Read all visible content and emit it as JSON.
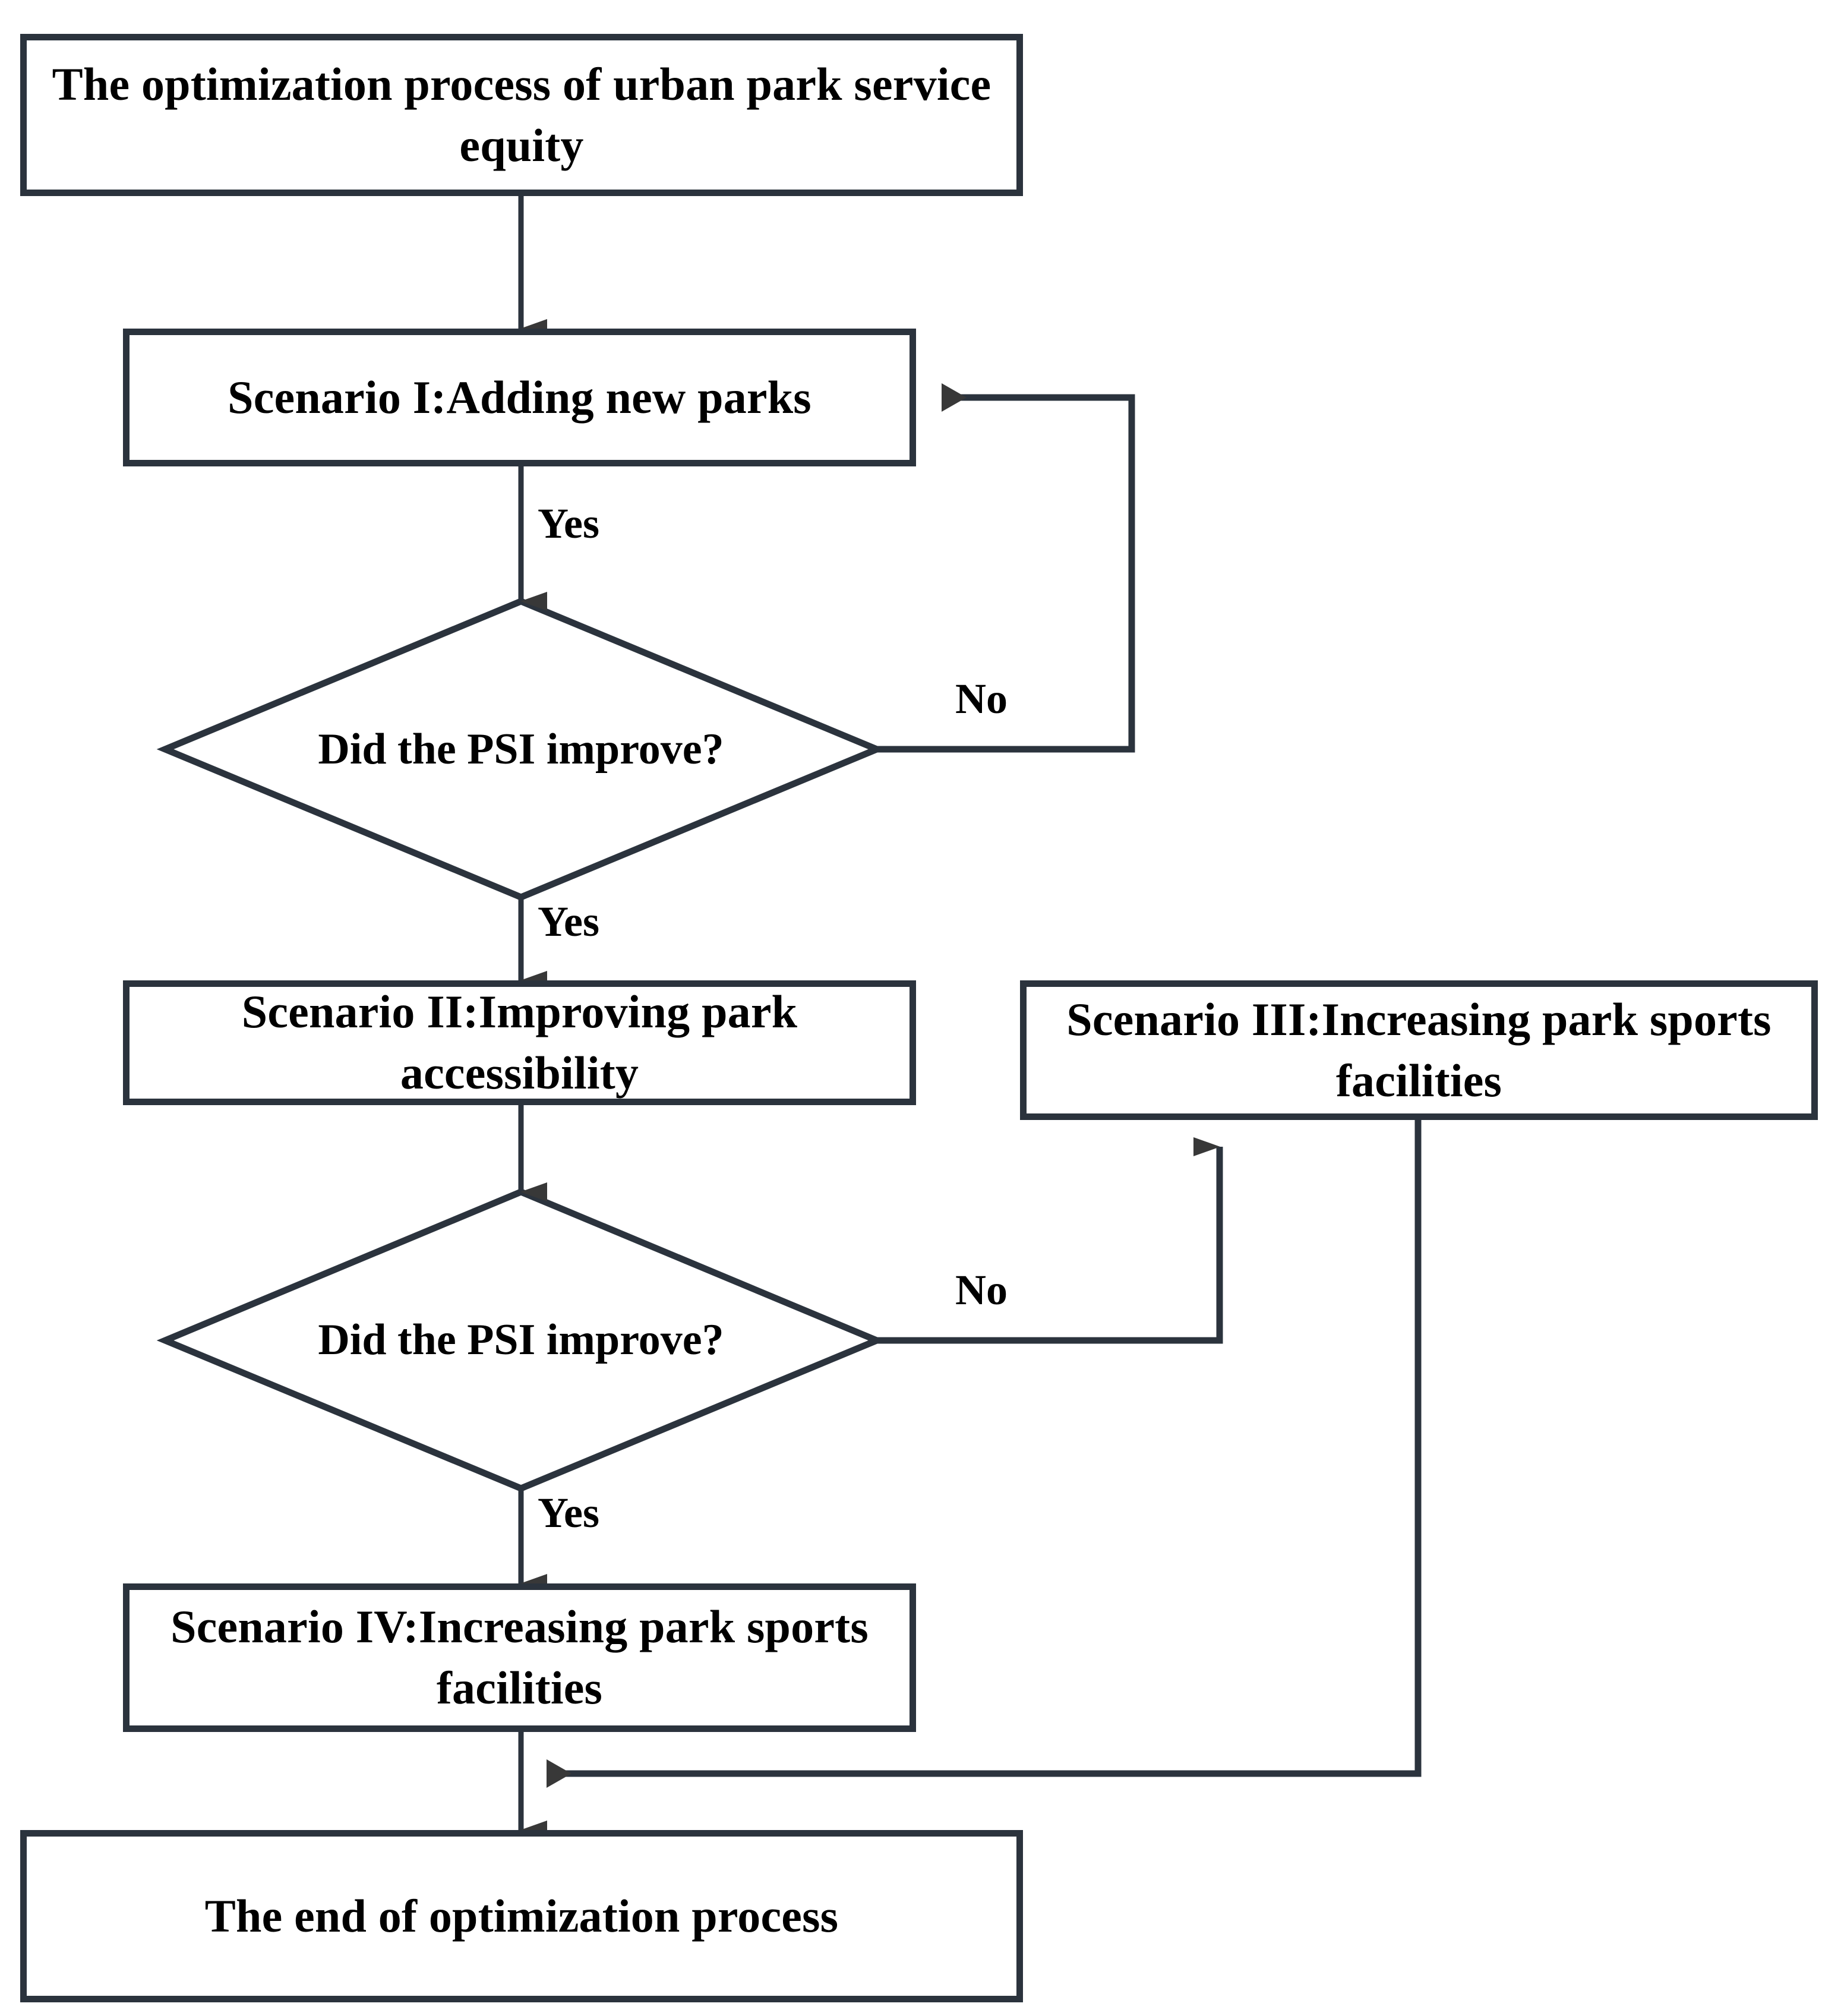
{
  "diagram": {
    "title_node": "The optimization process of urban park service equity",
    "nodes": [
      {
        "id": "start",
        "type": "process",
        "label": "The optimization process of urban park service equity"
      },
      {
        "id": "scenario1",
        "type": "process",
        "label": "Scenario I:Adding new parks"
      },
      {
        "id": "decision1",
        "type": "decision",
        "label": "Did the PSI improve?"
      },
      {
        "id": "scenario2",
        "type": "process",
        "label": "Scenario II:Improving park accessibility"
      },
      {
        "id": "scenario3",
        "type": "process",
        "label": "Scenario III:Increasing park sports facilities"
      },
      {
        "id": "decision2",
        "type": "decision",
        "label": "Did the PSI improve?"
      },
      {
        "id": "scenario4",
        "type": "process",
        "label": "Scenario IV:Increasing park sports facilities"
      },
      {
        "id": "end",
        "type": "process",
        "label": "The end of optimization process"
      }
    ],
    "edge_labels": {
      "scenario1_to_decision1": "Yes",
      "decision1_no": "No",
      "decision1_yes": "Yes",
      "decision2_no": "No",
      "decision2_yes": "Yes"
    },
    "colors": {
      "stroke": "#2b333d",
      "arrow": "#383838",
      "text": "#000000",
      "background": "#ffffff"
    }
  }
}
